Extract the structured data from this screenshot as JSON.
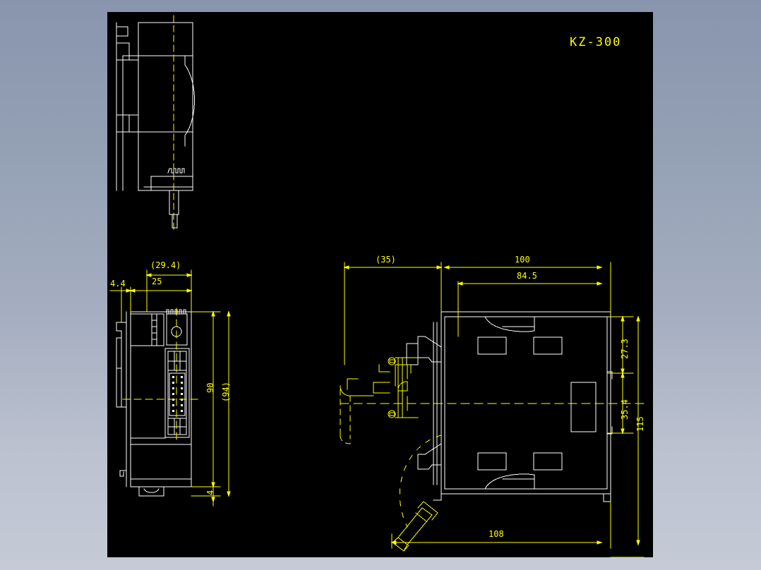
{
  "page": {
    "background_top_color": "#8995ad",
    "background_bottom_color": "#c5cad6",
    "canvas_color": "#000000",
    "line_color": "#ffffff",
    "dimension_color": "#ffff00"
  },
  "drawing": {
    "title": "KZ-300",
    "type": "mechanical-orthographic-drawing",
    "views": [
      {
        "name": "top-side-view",
        "label": ""
      },
      {
        "name": "left-side-view",
        "label": ""
      },
      {
        "name": "front-view",
        "label": ""
      }
    ]
  },
  "dimensions": {
    "left_view": {
      "d_4_4": "4.4",
      "d_25": "25",
      "d_29_4": "(29.4)",
      "d_90": "90",
      "d_94": "(94)",
      "d_4": "4"
    },
    "front_view": {
      "d_35": "(35)",
      "d_100": "100",
      "d_84_5": "84.5",
      "d_27_3": "27.3",
      "d_35_4": "35.4",
      "d_115": "115",
      "d_108": "108"
    }
  }
}
